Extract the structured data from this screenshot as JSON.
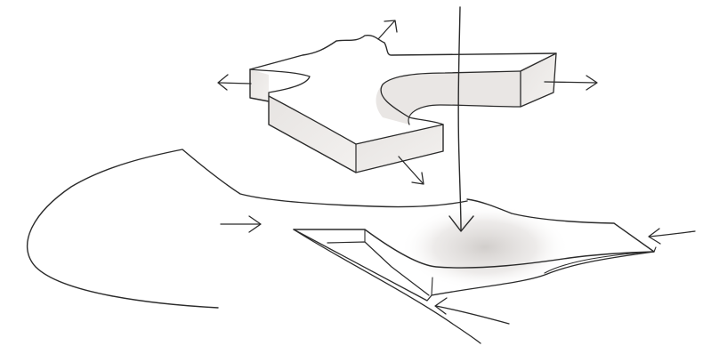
{
  "colors": {
    "paper": "#ffffff",
    "ink": "#2b2b2b",
    "shade": "#d9d6d4",
    "side_shade": "#ece9e7"
  },
  "diagram": {
    "elements": [
      "upper-folded-volume",
      "lower-ground-plane",
      "vertical-axis-arrow",
      "movement-arrows",
      "landscape-contour"
    ],
    "arrows": [
      "arrow-up-right",
      "arrow-left",
      "arrow-right",
      "arrow-down-right",
      "arrow-down-vertical",
      "arrow-in-left",
      "arrow-in-right",
      "arrow-in-bottom"
    ]
  }
}
